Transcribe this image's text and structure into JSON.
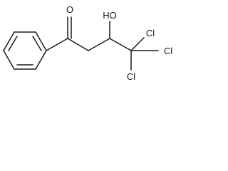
{
  "molecule": {
    "atoms": {
      "oxygen_carbonyl": "O",
      "hydroxyl": "HO",
      "chlorine_top": "Cl",
      "chlorine_right": "Cl",
      "chlorine_bottom": "Cl"
    },
    "colors": {
      "ink": "#1a1a1a",
      "background": "#ffffff"
    }
  }
}
